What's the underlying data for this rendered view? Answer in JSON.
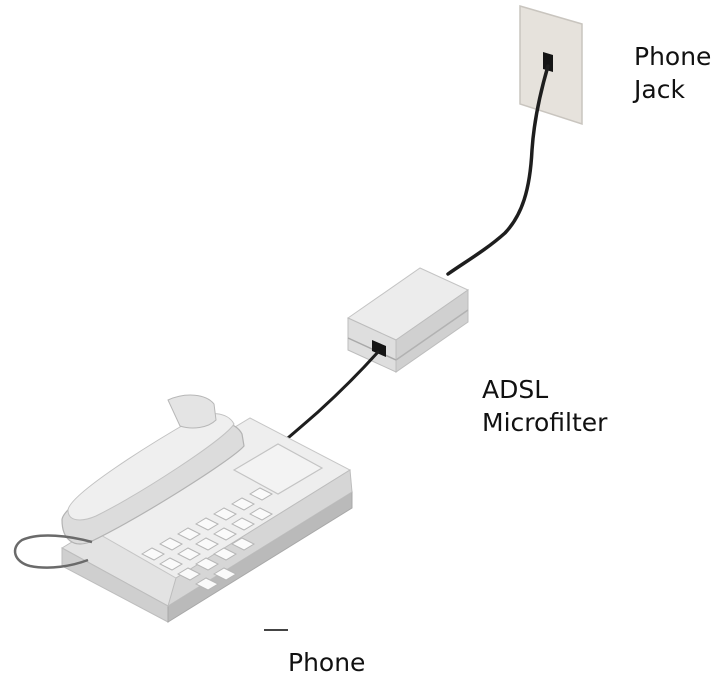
{
  "labels": {
    "phone_jack": [
      "Phone",
      "Jack"
    ],
    "microfilter": [
      "ADSL",
      "Microfilter"
    ],
    "phone": "Phone"
  },
  "colors": {
    "cable": "#1e1e1e",
    "device_light": "#e9e9e9",
    "device_mid": "#d2d2d2",
    "device_dark": "#b9b9b9",
    "port": "#151515",
    "text": "#111111"
  },
  "icons": {
    "wall_jack": "phone-jack-icon",
    "filter": "adsl-microfilter-icon",
    "telephone": "desk-telephone-icon"
  }
}
